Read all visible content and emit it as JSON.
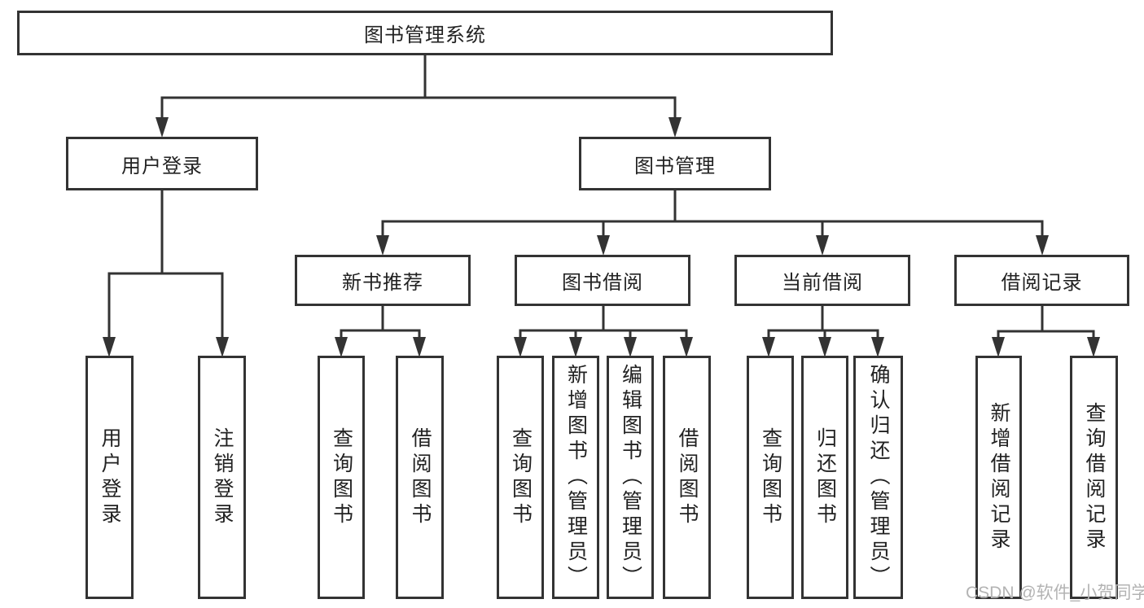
{
  "tree": {
    "root": {
      "label": "图书管理系统",
      "children": [
        {
          "label": "用户登录",
          "children": [
            {
              "label": "用户登录"
            },
            {
              "label": "注销登录"
            }
          ]
        },
        {
          "label": "图书管理",
          "children": [
            {
              "label": "新书推荐",
              "children": [
                {
                  "label": "查询图书"
                },
                {
                  "label": "借阅图书"
                }
              ]
            },
            {
              "label": "图书借阅",
              "children": [
                {
                  "label": "查询图书"
                },
                {
                  "label": "新增图书（管理员）"
                },
                {
                  "label": "编辑图书（管理员）"
                },
                {
                  "label": "借阅图书"
                }
              ]
            },
            {
              "label": "当前借阅",
              "children": [
                {
                  "label": "查询图书"
                },
                {
                  "label": "归还图书"
                },
                {
                  "label": "确认归还（管理员）"
                }
              ]
            },
            {
              "label": "借阅记录",
              "children": [
                {
                  "label": "新增借阅记录"
                },
                {
                  "label": "查询借阅记录"
                }
              ]
            }
          ]
        }
      ]
    }
  },
  "watermark": {
    "text": "CSDN @软件_小贺同学"
  },
  "colors": {
    "line": "#333333",
    "text": "#222222",
    "watermark": "#b3b3b3",
    "background": "#ffffff"
  }
}
